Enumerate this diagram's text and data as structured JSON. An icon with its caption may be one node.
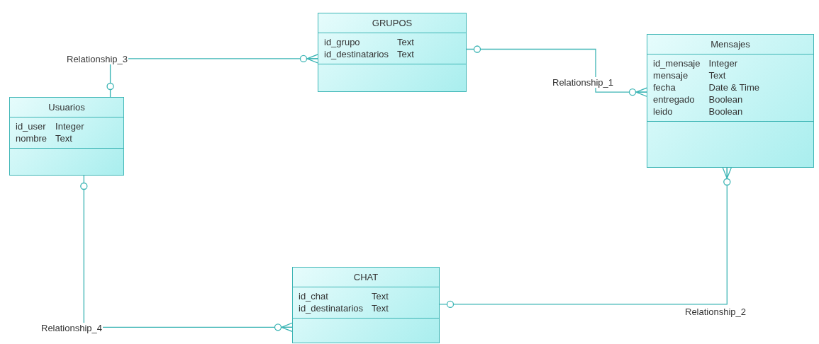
{
  "diagram": {
    "nodes": [
      {
        "text": [
          "GRUPOS",
          "id_grupo",
          "Text",
          "id_destinatarios",
          "Text"
        ]
      },
      {
        "text": [
          "Usuarios",
          "id_user",
          "Integer",
          "nombre",
          "Text"
        ]
      },
      {
        "text": [
          "Mensajes",
          "id_mensaje",
          "Integer",
          "mensaje",
          "Text",
          "fecha",
          "Date & Time",
          "entregado",
          "Boolean",
          "leido",
          "Boolean"
        ]
      },
      {
        "text": [
          "CHAT",
          "id_chat",
          "Text",
          "id_destinatarios",
          "Text"
        ]
      }
    ],
    "edges": [
      {
        "from": 1,
        "to": 0,
        "arrow": "other",
        "label": "Relationship_3"
      },
      {
        "from": 0,
        "to": 2,
        "arrow": "other",
        "label": "Relationship_1"
      },
      {
        "from": 3,
        "to": 2,
        "arrow": "other",
        "label": "Relationship_2"
      },
      {
        "from": 1,
        "to": 3,
        "arrow": "other",
        "label": "Relationship_4"
      }
    ]
  }
}
